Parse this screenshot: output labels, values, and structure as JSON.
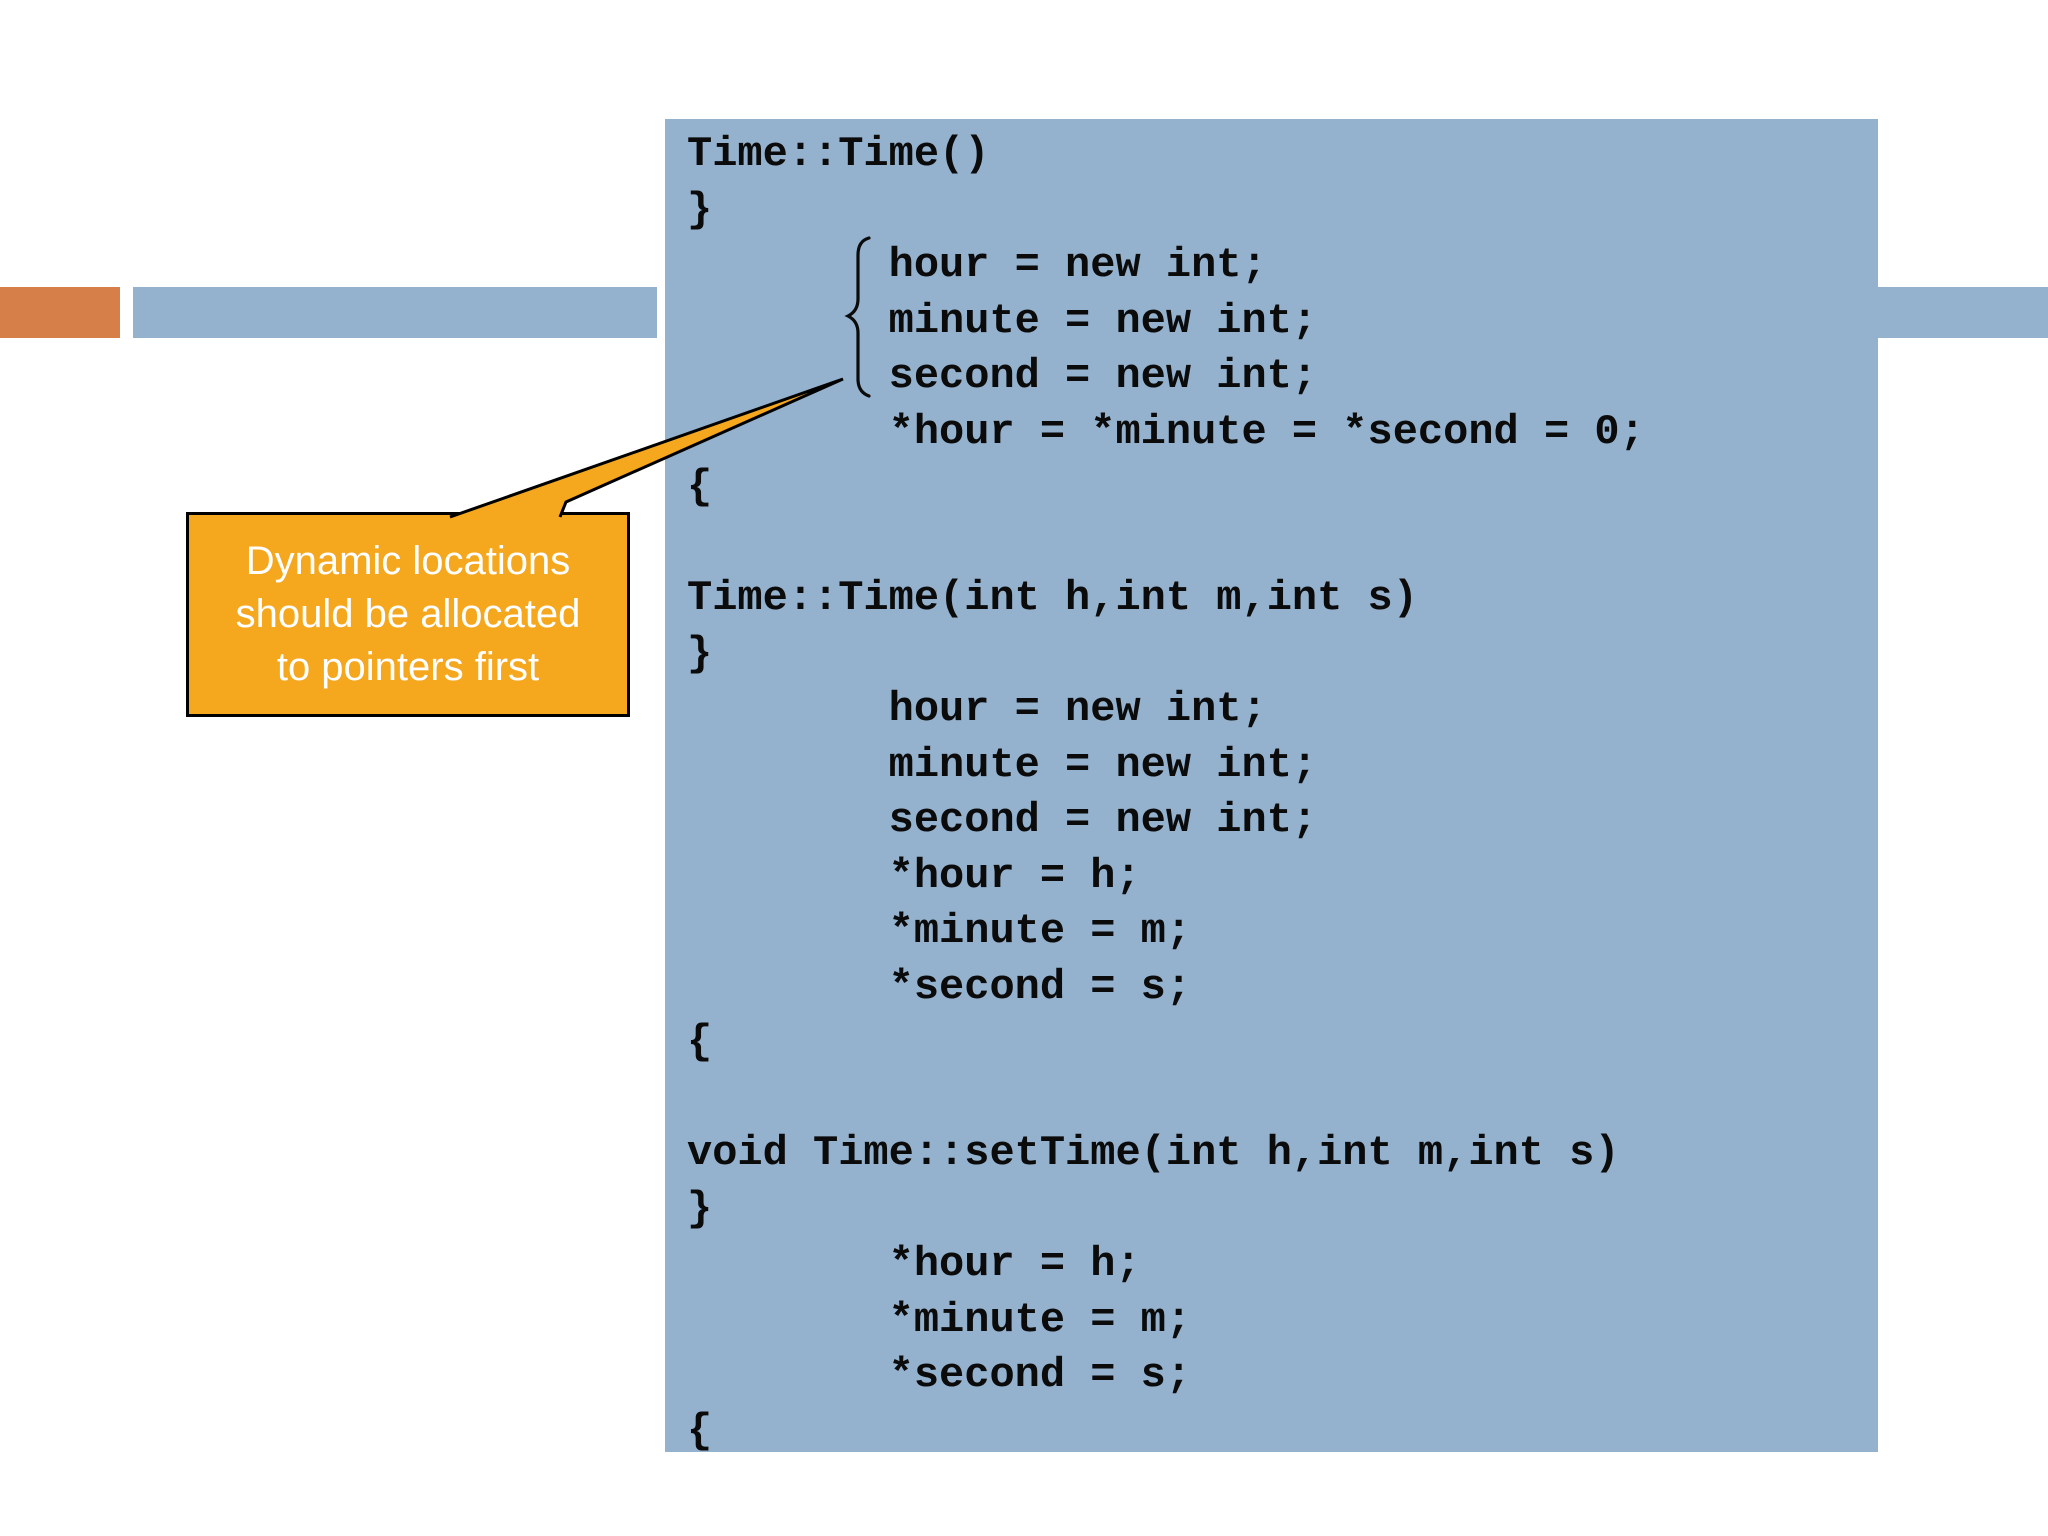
{
  "colors": {
    "panel_blue": "#94B1CD",
    "accent_orange": "#D77F48",
    "callout_gold": "#F5A71E",
    "callout_border": "#000000",
    "code_text": "#0b0b0b",
    "callout_text": "#ffffff"
  },
  "code_panel": {
    "lines": [
      "Time::Time()",
      "}",
      "        hour = new int;",
      "        minute = new int;",
      "        second = new int;",
      "        *hour = *minute = *second = 0;",
      "{",
      "",
      "Time::Time(int h,int m,int s)",
      "}",
      "        hour = new int;",
      "        minute = new int;",
      "        second = new int;",
      "        *hour = h;",
      "        *minute = m;",
      "        *second = s;",
      "{",
      "",
      "void Time::setTime(int h,int m,int s)",
      "}",
      "        *hour = h;",
      "        *minute = m;",
      "        *second = s;",
      "{"
    ]
  },
  "callout": {
    "lines": [
      "Dynamic locations",
      "should be allocated",
      "to pointers first"
    ]
  }
}
